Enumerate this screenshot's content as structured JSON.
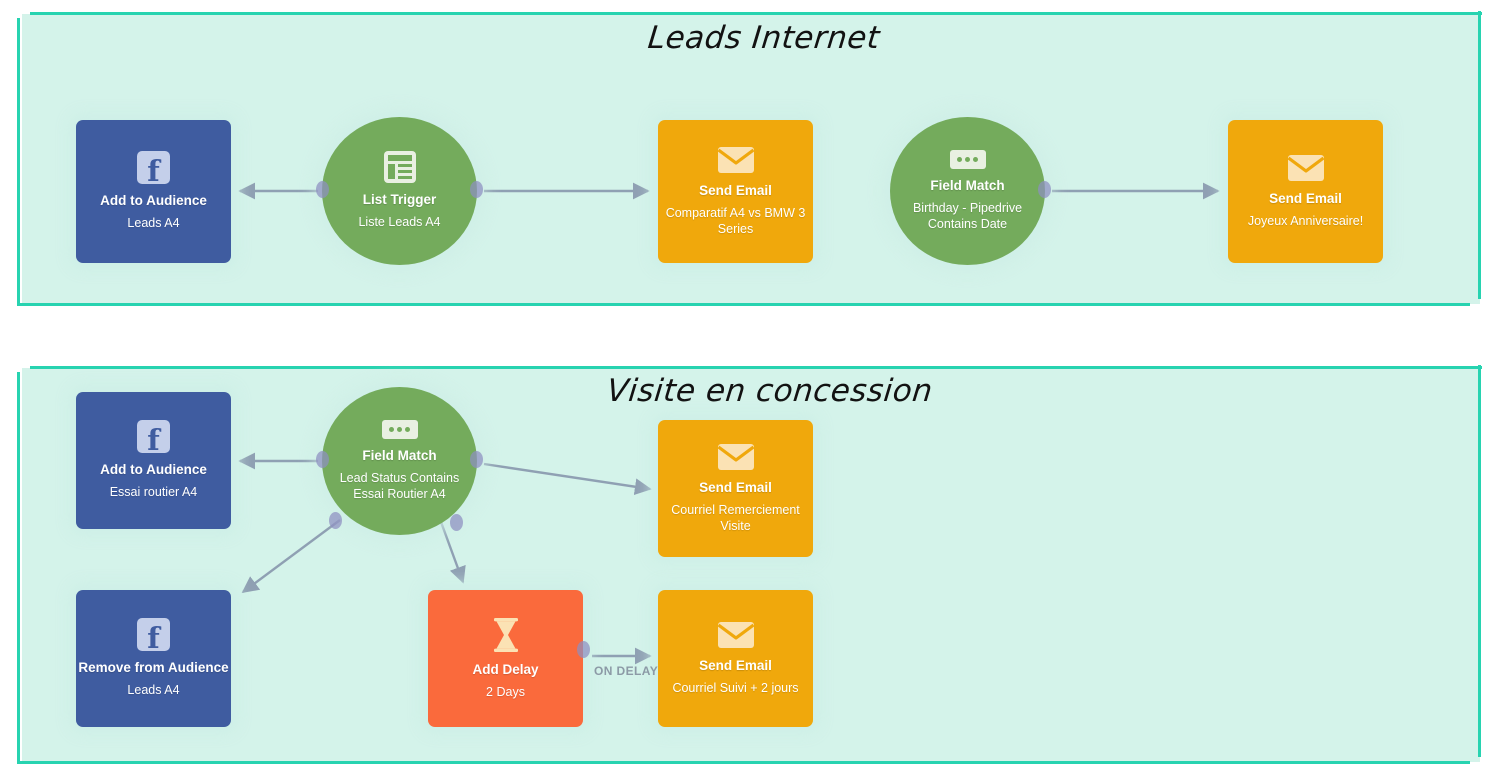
{
  "panels": [
    {
      "id": "leads-internet",
      "title": "Leads Internet",
      "nodes": [
        {
          "id": "p1-add-audience",
          "shape": "rect",
          "kind": "fb",
          "icon": "facebook-icon",
          "title": "Add to Audience",
          "subtitle": "Leads A4"
        },
        {
          "id": "p1-list-trigger",
          "shape": "circle",
          "kind": "cond",
          "icon": "list-icon",
          "title": "List Trigger",
          "subtitle": "Liste Leads A4"
        },
        {
          "id": "p1-send-email-1",
          "shape": "rect",
          "kind": "mail",
          "icon": "envelope-icon",
          "title": "Send Email",
          "subtitle": "Comparatif A4 vs BMW 3 Series"
        },
        {
          "id": "p1-field-match",
          "shape": "circle",
          "kind": "cond",
          "icon": "dots-icon",
          "title": "Field Match",
          "subtitle": "Birthday - Pipedrive Contains Date"
        },
        {
          "id": "p1-send-email-2",
          "shape": "rect",
          "kind": "mail",
          "icon": "envelope-icon",
          "title": "Send Email",
          "subtitle": "Joyeux Anniversaire!"
        }
      ]
    },
    {
      "id": "visite-en-concession",
      "title": "Visite en concession",
      "nodes": [
        {
          "id": "p2-add-audience",
          "shape": "rect",
          "kind": "fb",
          "icon": "facebook-icon",
          "title": "Add to Audience",
          "subtitle": "Essai routier A4"
        },
        {
          "id": "p2-field-match",
          "shape": "circle",
          "kind": "cond",
          "icon": "dots-icon",
          "title": "Field Match",
          "subtitle": "Lead Status Contains Essai Routier A4"
        },
        {
          "id": "p2-send-email-1",
          "shape": "rect",
          "kind": "mail",
          "icon": "envelope-icon",
          "title": "Send Email",
          "subtitle": "Courriel Remerciement Visite"
        },
        {
          "id": "p2-remove-audience",
          "shape": "rect",
          "kind": "fb",
          "icon": "facebook-icon",
          "title": "Remove from Audience",
          "subtitle": "Leads A4"
        },
        {
          "id": "p2-add-delay",
          "shape": "rect",
          "kind": "delay",
          "icon": "hourglass-icon",
          "title": "Add Delay",
          "subtitle": "2 Days"
        },
        {
          "id": "p2-send-email-2",
          "shape": "rect",
          "kind": "mail",
          "icon": "envelope-icon",
          "title": "Send Email",
          "subtitle": "Courriel Suivi + 2 jours"
        }
      ],
      "edge_labels": [
        {
          "id": "on-delay",
          "text": "ON DELAY"
        }
      ]
    }
  ],
  "colors": {
    "panel_background": "#d4f3ea",
    "panel_border": "#27d3b0",
    "facebook_node": "#3f5ca0",
    "email_node": "#f0a80c",
    "condition_node": "#74ab5c",
    "delay_node": "#fa6a3c",
    "connector_arrow": "#8fa0b3",
    "port_dot": "#8e8fc0",
    "icon_light": "#fbe2b4",
    "page_background": "#ffffff"
  }
}
